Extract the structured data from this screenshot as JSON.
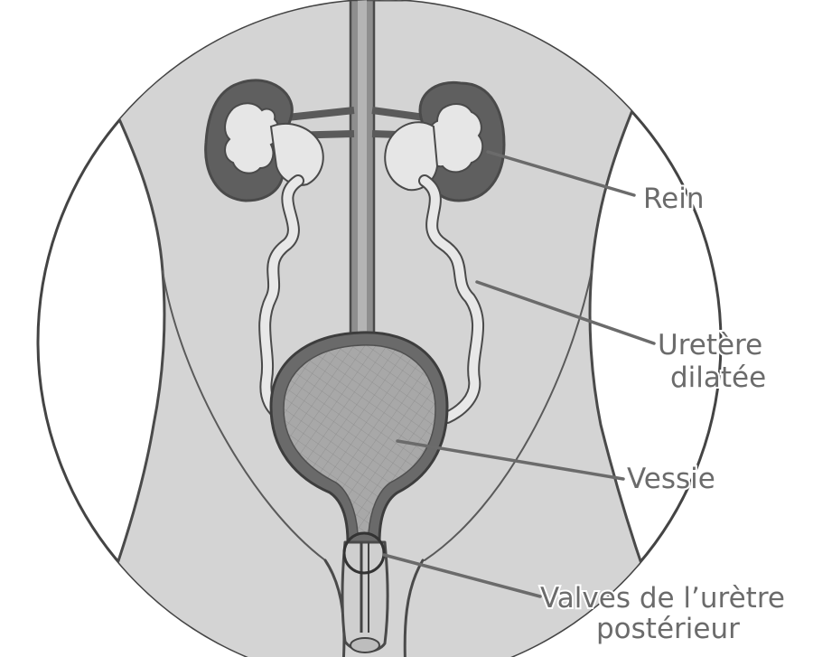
{
  "labels": {
    "kidney": "Rein",
    "ureter_line1": "Uretère",
    "ureter_line2": "dilatée",
    "bladder": "Vessie",
    "valves_line1": "Valves de l’urètre",
    "valves_line2": "postérieur"
  },
  "colors": {
    "background": "#ffffff",
    "skin": "#d4d4d4",
    "kidney_cortex": "#5f5f5f",
    "bladder_wall": "#6a6a6a",
    "bladder_fill": "#a6a6a6",
    "label_text": "#6b6b6b",
    "outline": "#4a4a4a"
  }
}
